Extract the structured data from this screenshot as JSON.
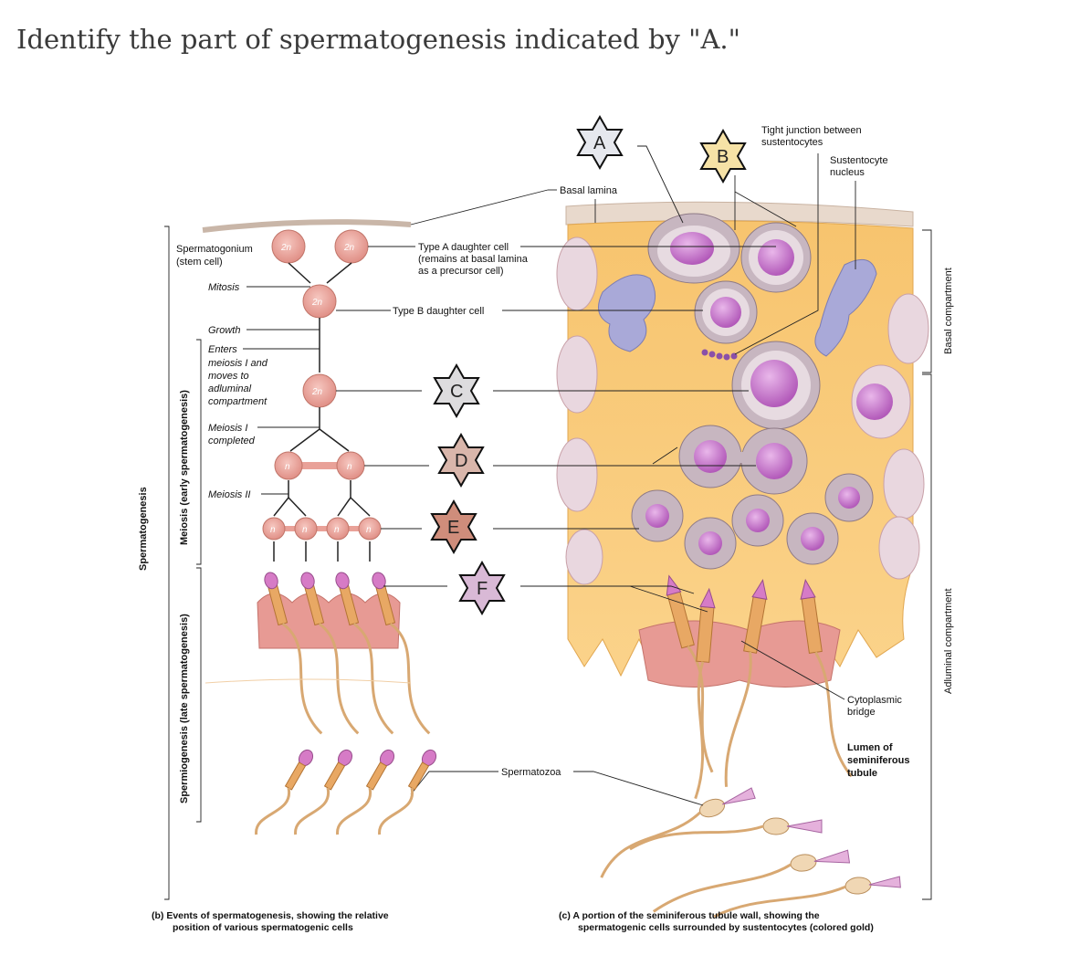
{
  "question": "Identify the part of spermatogenesis indicated by \"A.\"",
  "markers": [
    {
      "letter": "A",
      "color": "#e6e8ee"
    },
    {
      "letter": "B",
      "color": "#f6e2a6"
    },
    {
      "letter": "C",
      "color": "#dddcde"
    },
    {
      "letter": "D",
      "color": "#d9b6ab"
    },
    {
      "letter": "E",
      "color": "#cf8d7b"
    },
    {
      "letter": "F",
      "color": "#d9b9d6"
    }
  ],
  "panel_b": {
    "spermatogonium": "Spermatogonium",
    "stem_cell": "(stem cell)",
    "mitosis": "Mitosis",
    "growth": "Growth",
    "enters": [
      "Enters",
      "meiosis I and",
      "moves to",
      "adluminal",
      "compartment"
    ],
    "meiosis1": [
      "Meiosis I",
      "completed"
    ],
    "meiosis2": "Meiosis II",
    "type_a": [
      "Type A daughter cell",
      "(remains at basal lamina",
      "as a precursor cell)"
    ],
    "type_b": "Type B daughter cell",
    "ploidy_2n": "2n",
    "ploidy_n": "n",
    "side_spermatogenesis": "Spermatogenesis",
    "side_meiosis": "Meiosis (early spermatogenesis)",
    "side_spermiogenesis": "Spermiogenesis (late spermatogenesis)",
    "caption_b": [
      "(b) Events of spermatogenesis, showing the relative",
      "position of various spermatogenic cells"
    ]
  },
  "panel_c": {
    "basal_lamina": "Basal lamina",
    "tight_junction": [
      "Tight junction between",
      "sustentocytes"
    ],
    "sustentocyte_nucleus": [
      "Sustentocyte",
      "nucleus"
    ],
    "cytoplasmic_bridge": [
      "Cytoplasmic",
      "bridge"
    ],
    "lumen": [
      "Lumen of",
      "seminiferous",
      "tubule"
    ],
    "spermatozoa": "Spermatozoa",
    "basal_compartment": "Basal compartment",
    "adluminal_compartment": "Adluminal compartment",
    "caption_c": [
      "(c) A portion of the seminiferous tubule wall, showing the",
      "spermatogenic cells surrounded by sustentocytes (colored gold)"
    ]
  }
}
